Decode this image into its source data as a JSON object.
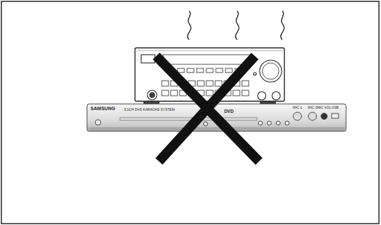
{
  "diagram": {
    "labels": [
      "SAMSUNG",
      "5.1CH DVD KARAOKE SYSTEM",
      "DVD",
      "MIC 1",
      "MIC 2",
      "MIC VOL",
      "USB"
    ]
  }
}
